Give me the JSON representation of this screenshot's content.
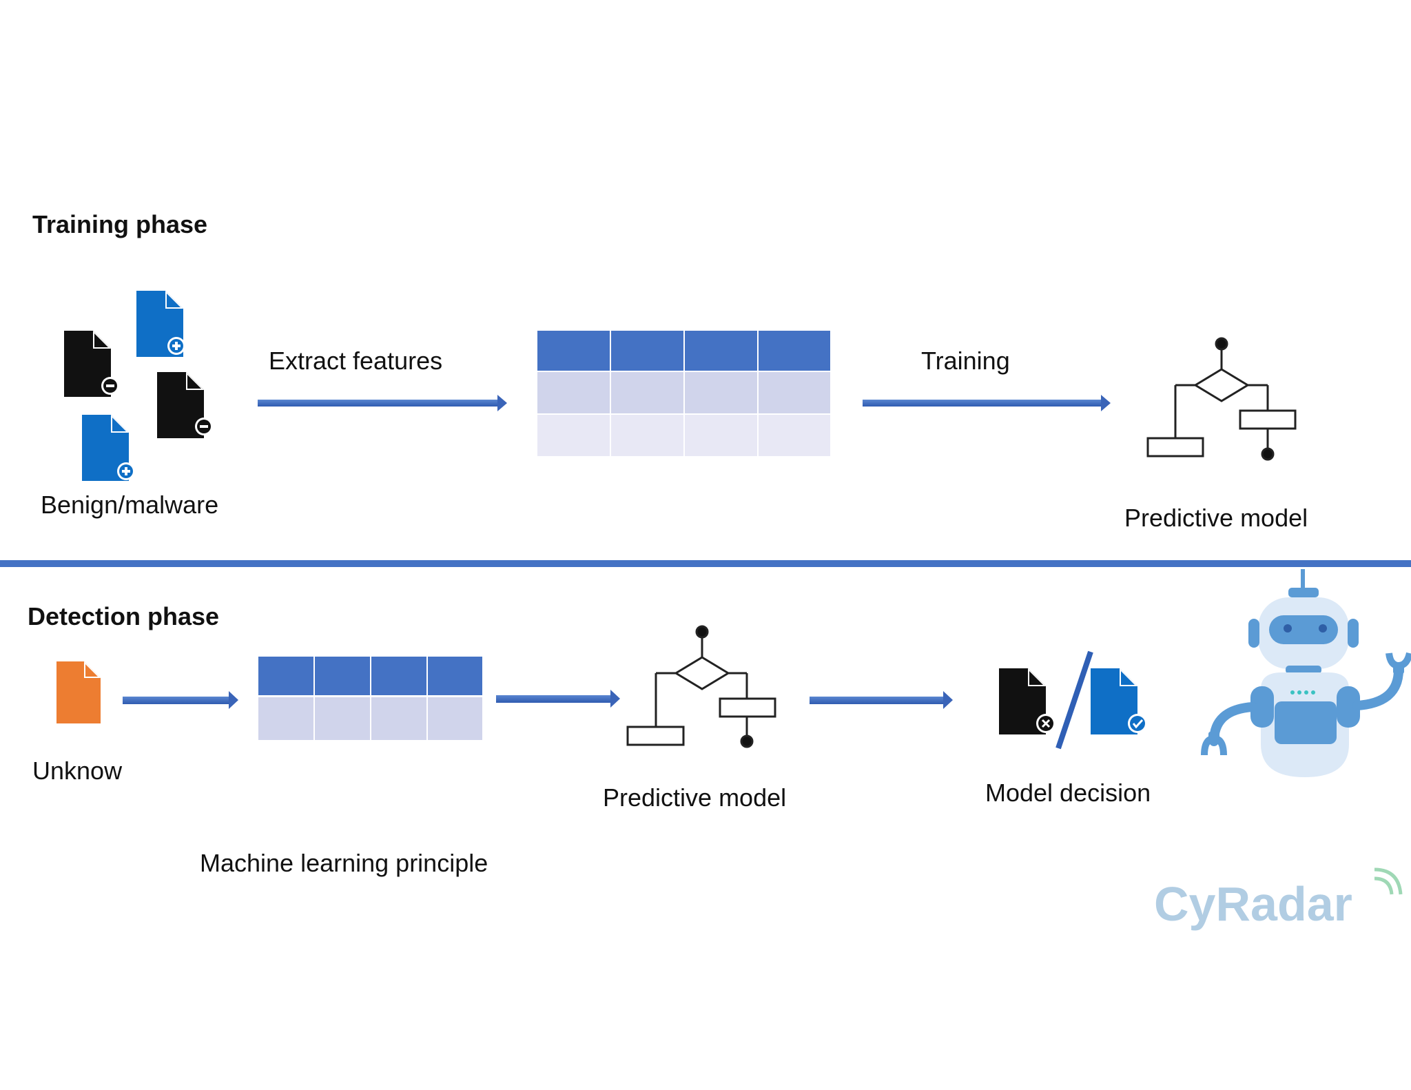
{
  "training_phase": {
    "title": "Training phase",
    "files_label": "Benign/malware",
    "extract_label": "Extract features",
    "training_label": "Training",
    "model_label": "Predictive model"
  },
  "detection_phase": {
    "title": "Detection phase",
    "unknown_label": "Unknow",
    "model_label": "Predictive model",
    "decision_label": "Model decision",
    "principle_label": "Machine learning principle"
  },
  "watermark": "CyRadar",
  "colors": {
    "arrow": "#4472c4",
    "table_header": "#4472c4",
    "table_row1": "#d0d4eb",
    "table_row2": "#e8e8f5",
    "file_blue": "#0f6fc6",
    "file_black": "#111111",
    "file_orange": "#ed7d31",
    "divider": "#4472c4",
    "robot_blue": "#5b9bd5",
    "robot_light": "#dce9f7",
    "watermark": "#a9c8e0"
  }
}
